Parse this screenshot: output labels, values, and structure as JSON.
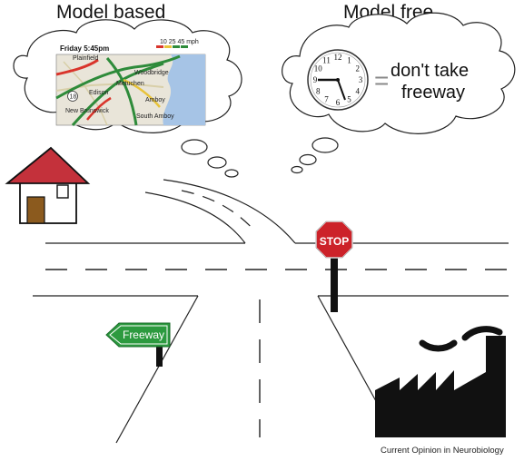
{
  "titles": {
    "left": "Model based",
    "right": "Model free"
  },
  "map_thought": {
    "time": "Friday 5:45pm",
    "legend": "10 25 45 mph",
    "place_labels": [
      "Plainfield",
      "Edison",
      "Metuchen",
      "New Brunswick",
      "Amboy",
      "South Amboy",
      "Woodbridge"
    ],
    "route_number": "18"
  },
  "habit_thought": {
    "clock_numbers": [
      "12",
      "1",
      "2",
      "3",
      "4",
      "5",
      "6",
      "7",
      "8",
      "9",
      "10",
      "11"
    ],
    "equals": "=",
    "phrase_line1": "don't take",
    "phrase_line2": "freeway"
  },
  "signs": {
    "stop": "STOP",
    "freeway": "Freeway"
  },
  "credit": "Current Opinion in Neurobiology",
  "colors": {
    "house_roof": "#c4313b",
    "house_door": "#8b5a1e",
    "stop": "#cc2229",
    "freeway": "#2c9a3f",
    "map_road": "#2e8b3a",
    "map_jam": "#d9342b"
  },
  "icons": [
    "house-icon",
    "factory-icon",
    "clock-icon",
    "traffic-map-image"
  ]
}
